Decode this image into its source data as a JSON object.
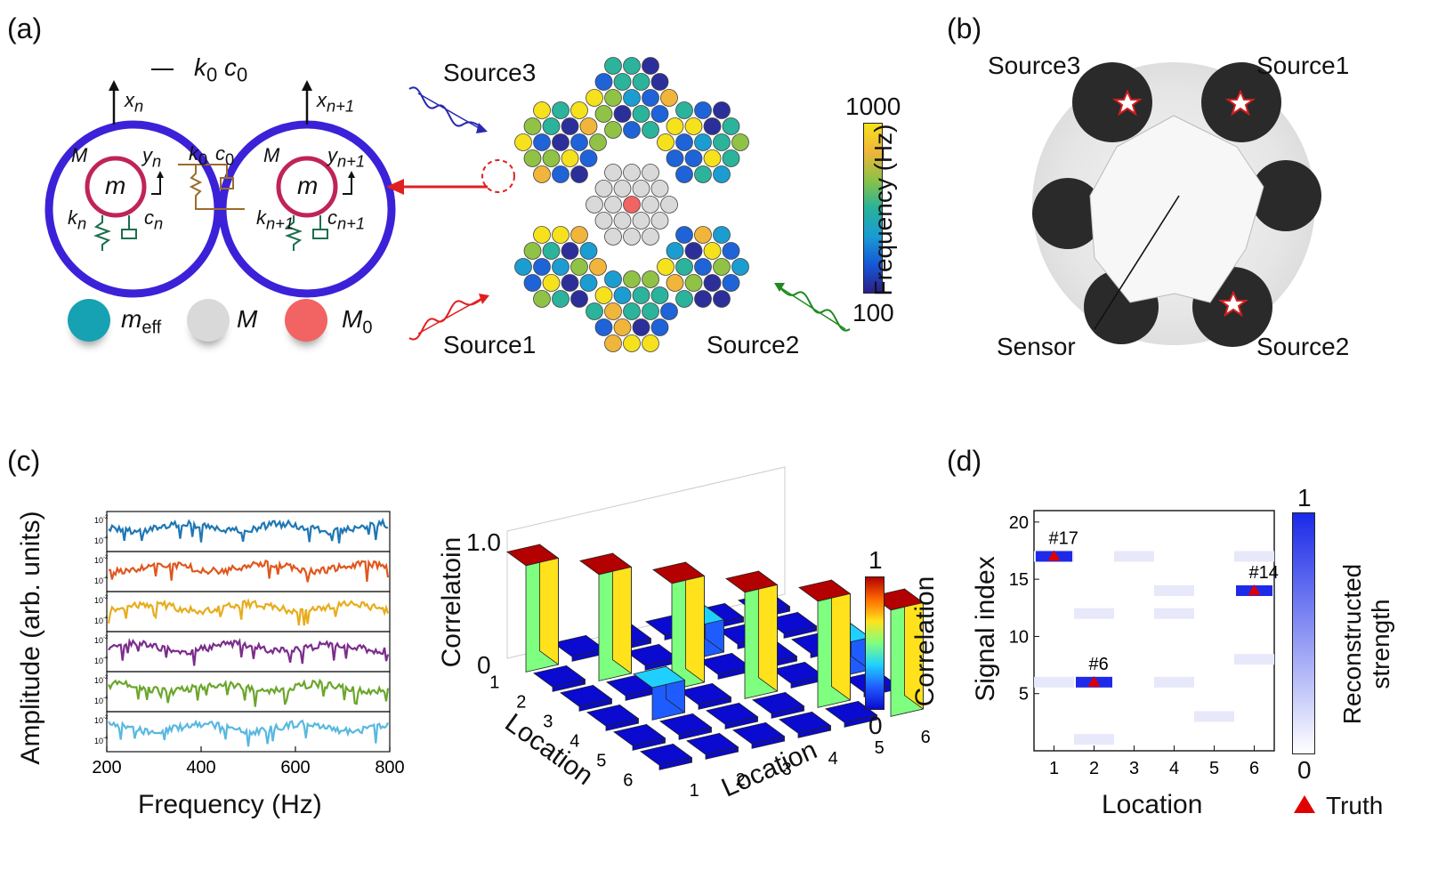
{
  "panels": {
    "a": {
      "label": "(a)",
      "legend_k0c0": "k",
      "legend_k0c0_sub": "0",
      "legend_c": "c",
      "legend_c_sub": "0",
      "m_label": "m",
      "M_label": "M",
      "xn": "x",
      "xn_sub": "n",
      "xn1_sub": "n+1",
      "yn": "y",
      "kn": "k",
      "cn": "c",
      "k0": "k",
      "c0": "c",
      "symbols": {
        "meff": "m",
        "meff_sub": "eff",
        "M": "M",
        "M0": "M",
        "M0_sub": "0"
      },
      "source1": "Source1",
      "source2": "Source2",
      "source3": "Source3",
      "colorbar": {
        "max": "1000",
        "min": "100",
        "label": "Frequency (Hz)"
      }
    },
    "b": {
      "label": "(b)",
      "source1": "Source1",
      "source2": "Source2",
      "source3": "Source3",
      "sensor": "Sensor"
    },
    "c": {
      "label": "(c)",
      "ylabel": "Amplitude (arb. units)",
      "xlabel": "Frequency (Hz)",
      "xticks": [
        "200",
        "400",
        "600",
        "800"
      ],
      "ytick_hi": "10",
      "ytick_hi_exp": "-2",
      "ytick_lo": "10",
      "ytick_lo_exp": "-4",
      "bar3d": {
        "zlabel": "Correlatoin",
        "zmax": "1.0",
        "zmin": "0",
        "xlabel": "Location",
        "ylabel": "Location",
        "ticks": [
          "1",
          "2",
          "3",
          "4",
          "5",
          "6"
        ],
        "colorbar_label": "Correlation",
        "colorbar_max": "1",
        "colorbar_min": "0"
      }
    },
    "d": {
      "label": "(d)",
      "ylabel": "Signal index",
      "xlabel": "Location",
      "yticks": [
        "20",
        "15",
        "10",
        "5"
      ],
      "xticks": [
        "1",
        "2",
        "3",
        "4",
        "5",
        "6"
      ],
      "annotations": [
        "#17",
        "#6",
        "#14"
      ],
      "colorbar_label_1": "Reconstructed",
      "colorbar_label_2": "strength",
      "colorbar_max": "1",
      "colorbar_min": "0",
      "legend_truth": "Truth"
    }
  },
  "colors": {
    "ring": "#3b22d8",
    "inner_ring": "#c0235a",
    "arrow_red": "#e02020",
    "source3_wave": "#2a2ab0",
    "source1_wave": "#e02020",
    "source2_wave": "#1f8a1f",
    "meff": "#16a2b3",
    "M": "#d9d9d9",
    "M0": "#f26363",
    "series": [
      "#1f77b4",
      "#e0571e",
      "#e6ad1c",
      "#7b2d8b",
      "#6aa62b",
      "#58b8e0"
    ]
  },
  "chart_data": [
    {
      "type": "line",
      "panel": "c-left",
      "xlabel": "Frequency (Hz)",
      "ylabel": "Amplitude (arb. units)",
      "xlim": [
        200,
        800
      ],
      "series_count": 6
    },
    {
      "type": "bar",
      "panel": "c-right",
      "zlabel": "Correlatoin",
      "categories": [
        "1",
        "2",
        "3",
        "4",
        "5",
        "6"
      ],
      "diagonal": [
        0.92,
        0.92,
        0.92,
        0.92,
        0.92,
        0.92
      ],
      "offdiag_peak": 0.28
    },
    {
      "type": "heatmap",
      "panel": "d",
      "xlabel": "Location",
      "ylabel": "Signal index",
      "x": [
        1,
        2,
        3,
        4,
        5,
        6
      ],
      "ylim": [
        0,
        21
      ],
      "peaks": [
        {
          "location": 1,
          "signal": 17,
          "label": "#17"
        },
        {
          "location": 2,
          "signal": 6,
          "label": "#6"
        },
        {
          "location": 6,
          "signal": 14,
          "label": "#14"
        }
      ]
    }
  ]
}
